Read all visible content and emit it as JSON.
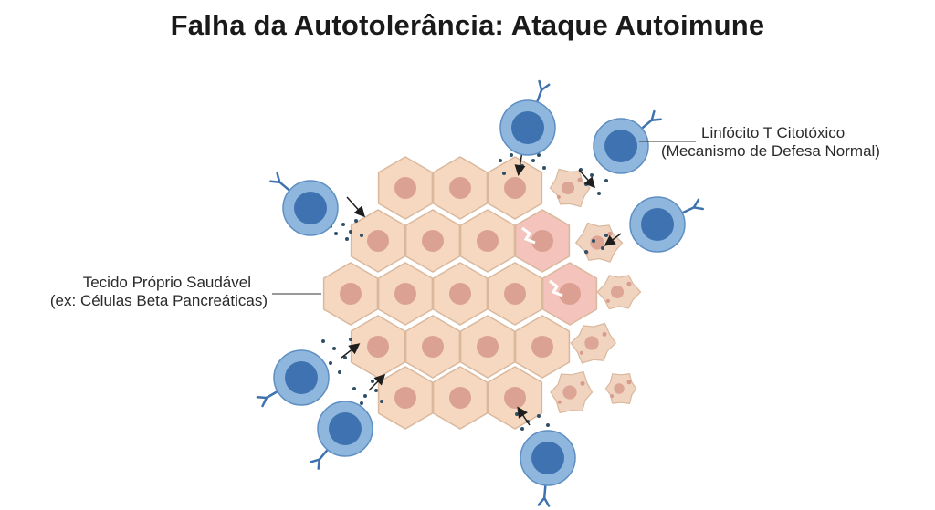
{
  "title": "Falha da Autotolerância: Ataque Autoimune",
  "labels": {
    "tcell_line1": "Linfócito T Citotóxico",
    "tcell_line2": "(Mecanismo de Defesa Normal)",
    "tissue_line1": "Tecido Próprio Saudável",
    "tissue_line2": "(ex: Células Beta Pancreáticas)"
  },
  "colors": {
    "healthy_cell_fill": "#f6d7c0",
    "healthy_cell_stroke": "#d9b89c",
    "nucleus": "#d89c8e",
    "damaged_cell_fill": "#f4c3bb",
    "apoptotic_fill": "#f1d4c0",
    "tcell_outer": "#8fb7de",
    "tcell_inner": "#3f72b0",
    "granules": "#2f4f67"
  },
  "icons": {
    "antibody": "y-shaped-receptor-icon",
    "arrow": "attack-arrow-icon"
  }
}
